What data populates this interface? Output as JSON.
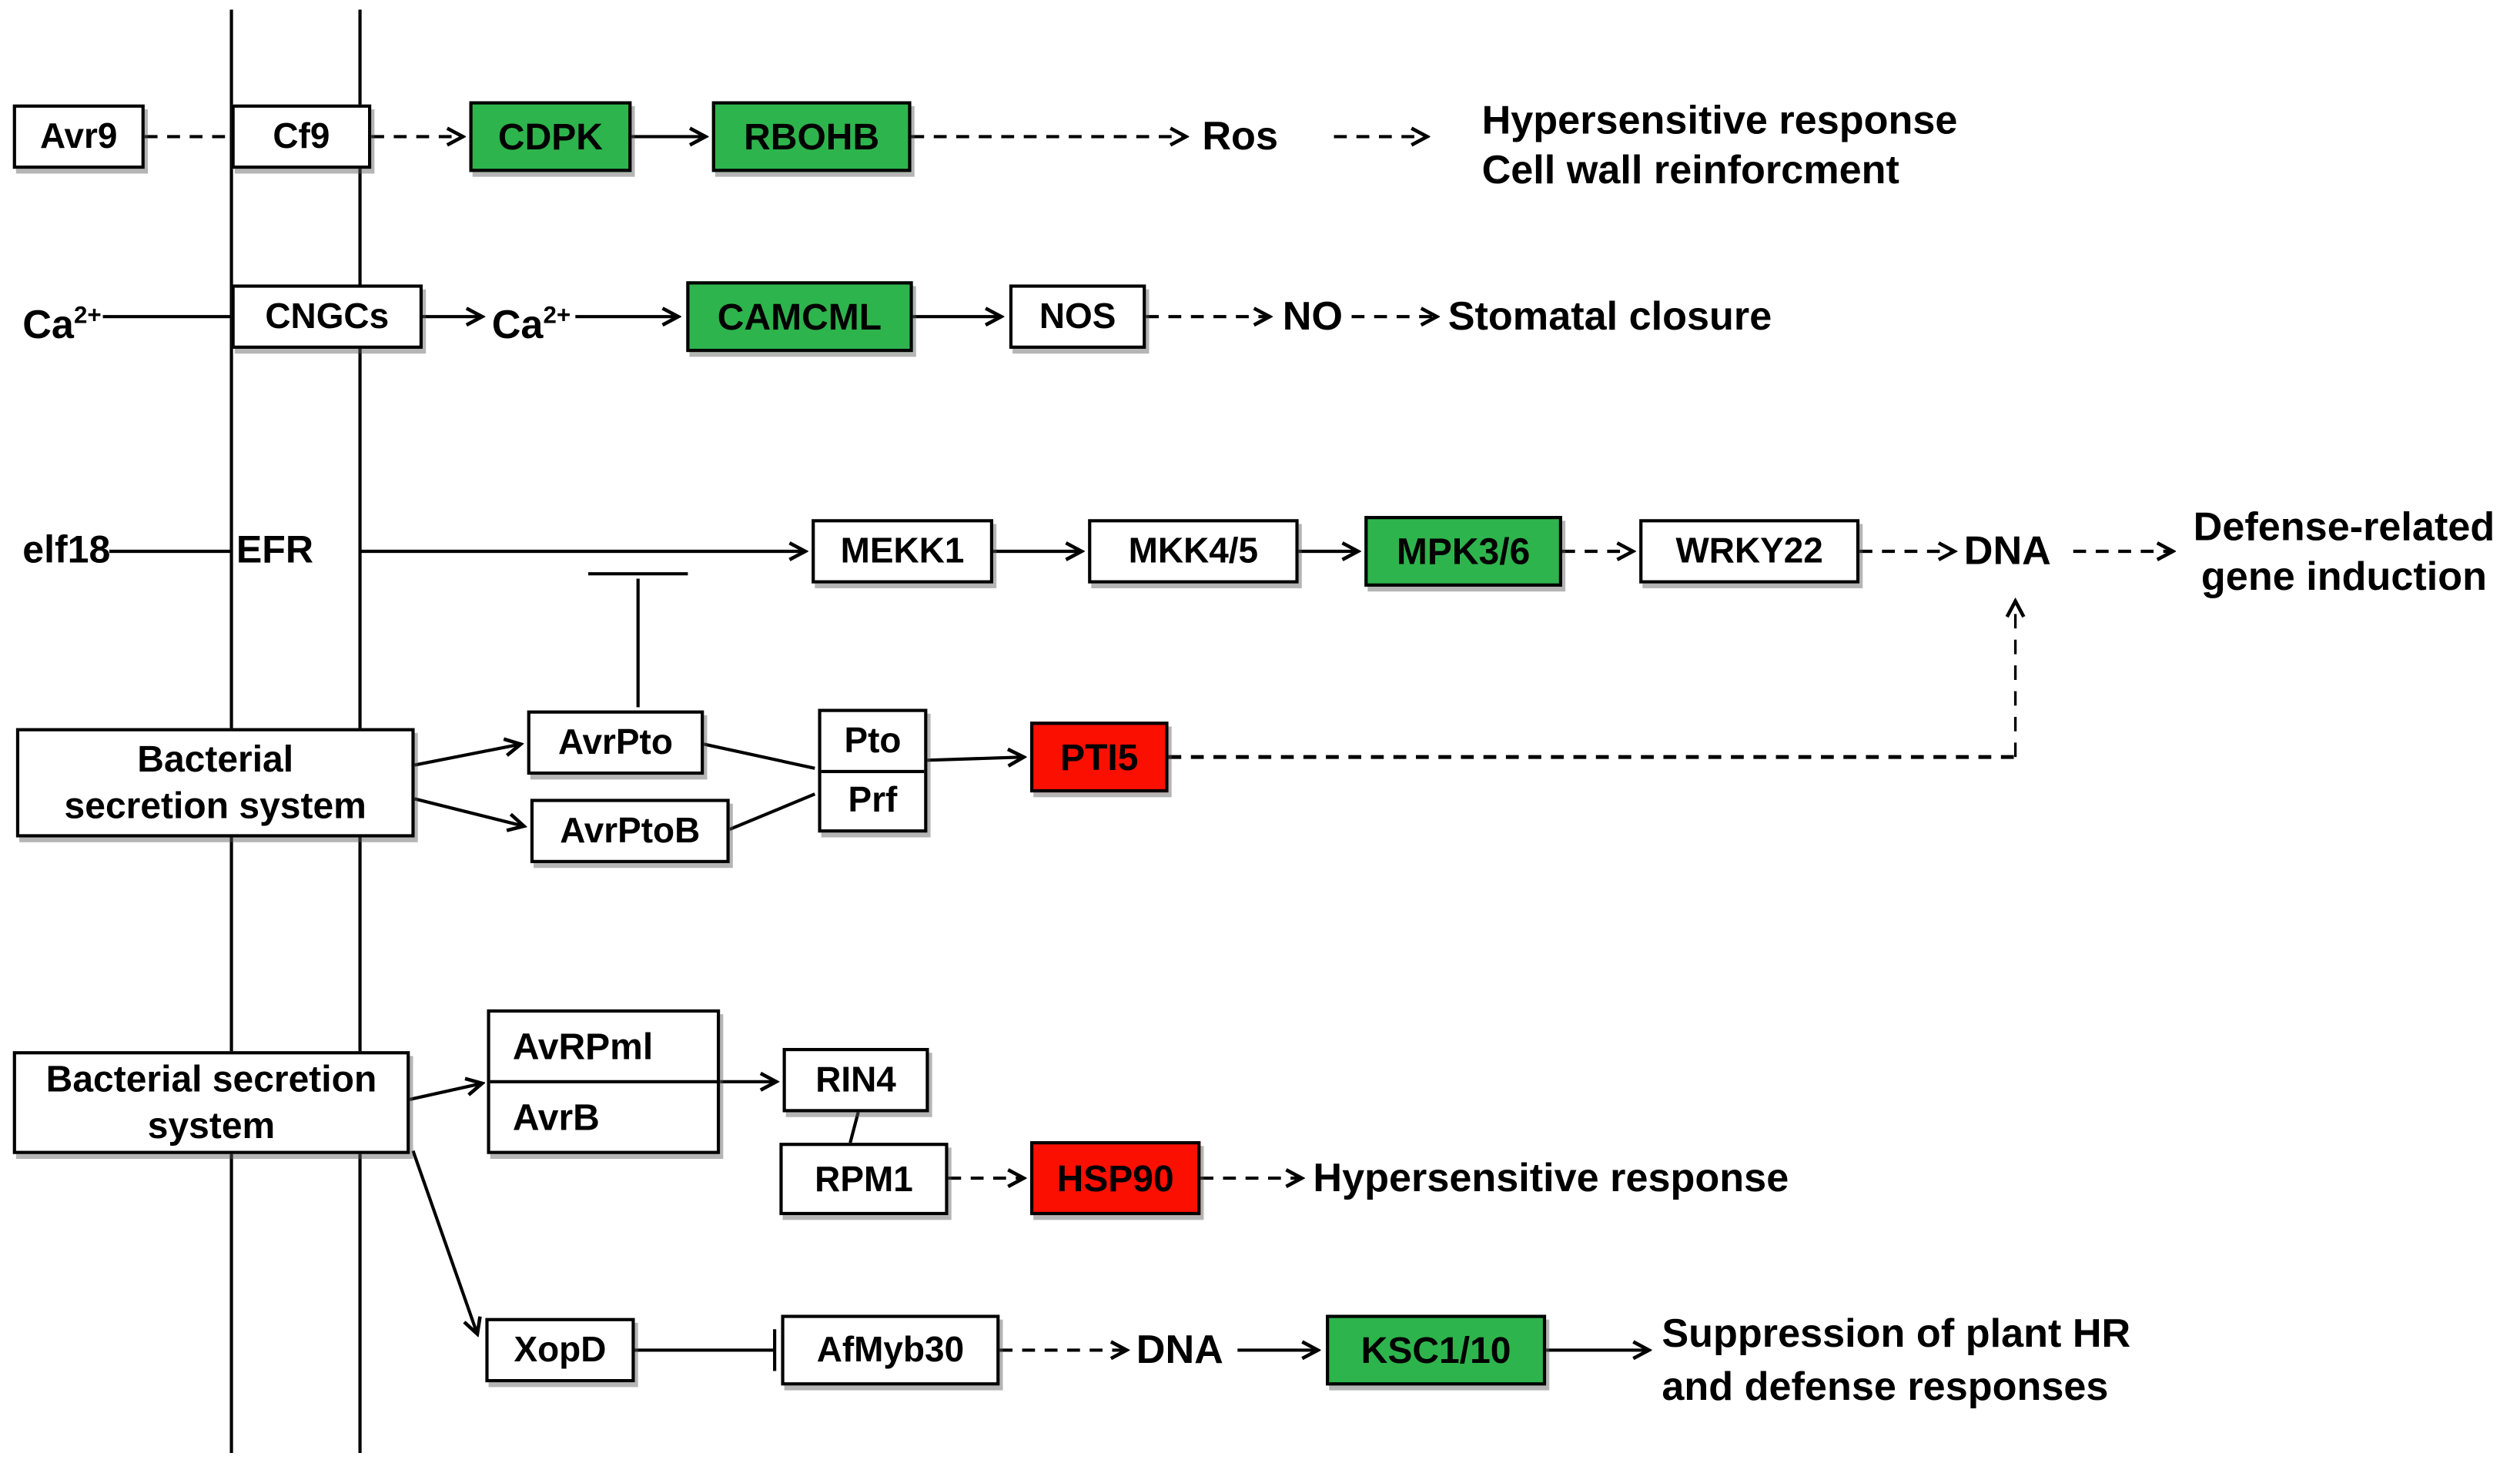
{
  "figure": {
    "colors": {
      "positive_node": "#2eb44d",
      "negative_node": "#fb0f00",
      "line": "#000000"
    },
    "nodes": {
      "avr9": "Avr9",
      "cf9": "Cf9",
      "cdpk": "CDPK",
      "rbohb": "RBOHB",
      "ros": "Ros",
      "outcome_hr_cellwall_line1": "Hypersensitive response",
      "outcome_hr_cellwall_line2": "Cell wall reinforcment",
      "ca": "Ca",
      "ca_sup": "2+",
      "cngcs": "CNGCs",
      "camcml": "CAMCML",
      "nos": "NOS",
      "no": "NO",
      "outcome_stomatal": "Stomatal closure",
      "elf18": "elf18",
      "efr": "EFR",
      "mekk1": "MEKK1",
      "mkk45": "MKK4/5",
      "mpk36": "MPK3/6",
      "wrky22": "WRKY22",
      "dna": "DNA",
      "outcome_defense_line1": "Defense-related",
      "outcome_defense_line2": "gene induction",
      "bss1_line1": "Bacterial",
      "bss1_line2": "secretion system",
      "avrpto": "AvrPto",
      "avrptob": "AvrPtoB",
      "pto": "Pto",
      "prf": "Prf",
      "pti5": "PTI5",
      "bss2_line1": "Bacterial secretion",
      "bss2_line2": "system",
      "avrpml": "AvRPml",
      "avrb": "AvrB",
      "rin4": "RIN4",
      "rpm1": "RPM1",
      "hsp90": "HSP90",
      "outcome_hr2": "Hypersensitive response",
      "xopd": "XopD",
      "afmyb30": "AfMyb30",
      "ksc110": "KSC1/10",
      "outcome_suppression_line1": "Suppression of plant HR",
      "outcome_suppression_line2": "and defense responses"
    }
  }
}
